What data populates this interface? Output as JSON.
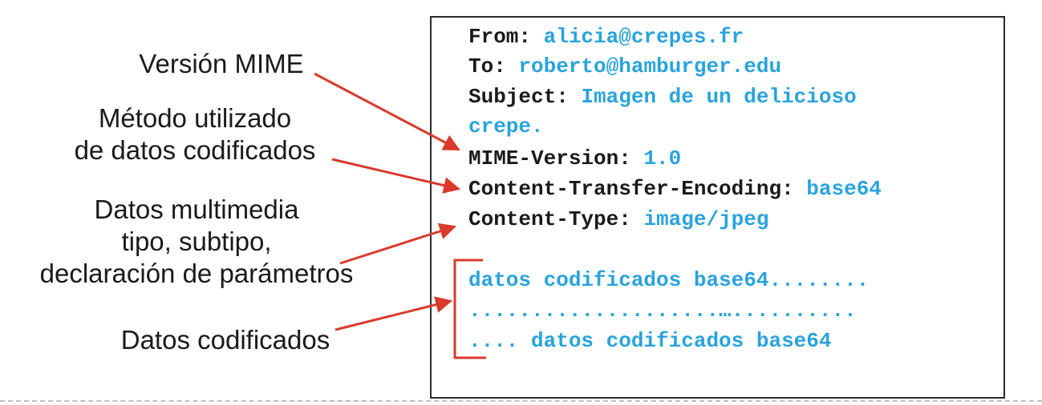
{
  "labels": {
    "mime_version": "Versión MIME",
    "method_line1": "Método utilizado",
    "method_line2": "de datos codificados",
    "multimedia_line1": "Datos multimedia",
    "multimedia_line2": "tipo, subtipo,",
    "multimedia_line3": "declaración de parámetros",
    "encoded_data": "Datos codificados"
  },
  "email": {
    "from_key": "From:",
    "from_value": "alicia@crepes.fr",
    "to_key": "To:",
    "to_value": "roberto@hamburger.edu",
    "subject_key": "Subject:",
    "subject_value_line1": "Imagen de un delicioso",
    "subject_value_line2": "crepe.",
    "mime_version_key": "MIME-Version:",
    "mime_version_value": "1.0",
    "encoding_key": "Content-Transfer-Encoding:",
    "encoding_value": "base64",
    "content_type_key": "Content-Type:",
    "content_type_value": "image/jpeg",
    "data_line1": "datos codificados base64........",
    "data_line2": "....................…..........",
    "data_line3": ".... datos codificados base64"
  },
  "colors": {
    "arrow": "#d93a2b",
    "value_text": "#2aa3dd",
    "key_text": "#1a1a1a"
  }
}
